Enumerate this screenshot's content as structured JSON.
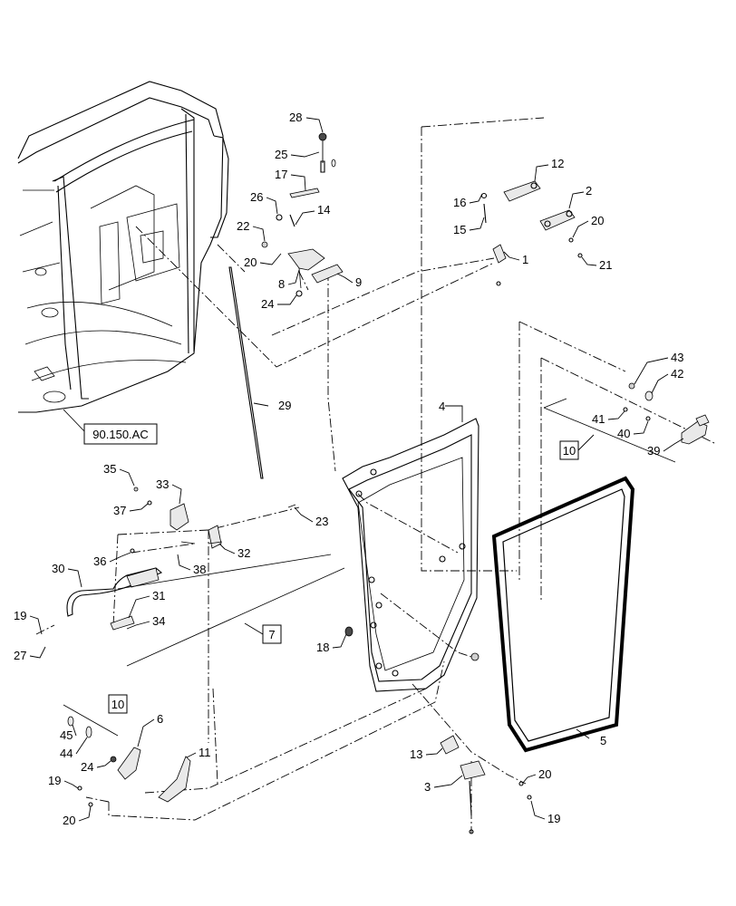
{
  "callouts": {
    "c1": "1",
    "c2": "2",
    "c3": "3",
    "c4": "4",
    "c5": "5",
    "c6": "6",
    "c7": "7",
    "c8": "8",
    "c9": "9",
    "c10a": "10",
    "c10b": "10",
    "c11": "11",
    "c12": "12",
    "c13": "13",
    "c14": "14",
    "c15": "15",
    "c16": "16",
    "c17": "17",
    "c18": "18",
    "c19a": "19",
    "c19b": "19",
    "c19c": "19",
    "c20a": "20",
    "c20b": "20",
    "c20c": "20",
    "c20d": "20",
    "c21": "21",
    "c22": "22",
    "c23": "23",
    "c24a": "24",
    "c24b": "24",
    "c25": "25",
    "c26": "26",
    "c27": "27",
    "c28": "28",
    "c29": "29",
    "c30": "30",
    "c31": "31",
    "c32": "32",
    "c33": "33",
    "c34": "34",
    "c35": "35",
    "c36": "36",
    "c37": "37",
    "c38": "38",
    "c39": "39",
    "c40": "40",
    "c41": "41",
    "c42": "42",
    "c43": "43",
    "c44": "44",
    "c45": "45"
  },
  "reference_label": "90.150.AC",
  "colors": {
    "line": "#000000",
    "shade": "#d0d0d0",
    "background": "#ffffff"
  }
}
